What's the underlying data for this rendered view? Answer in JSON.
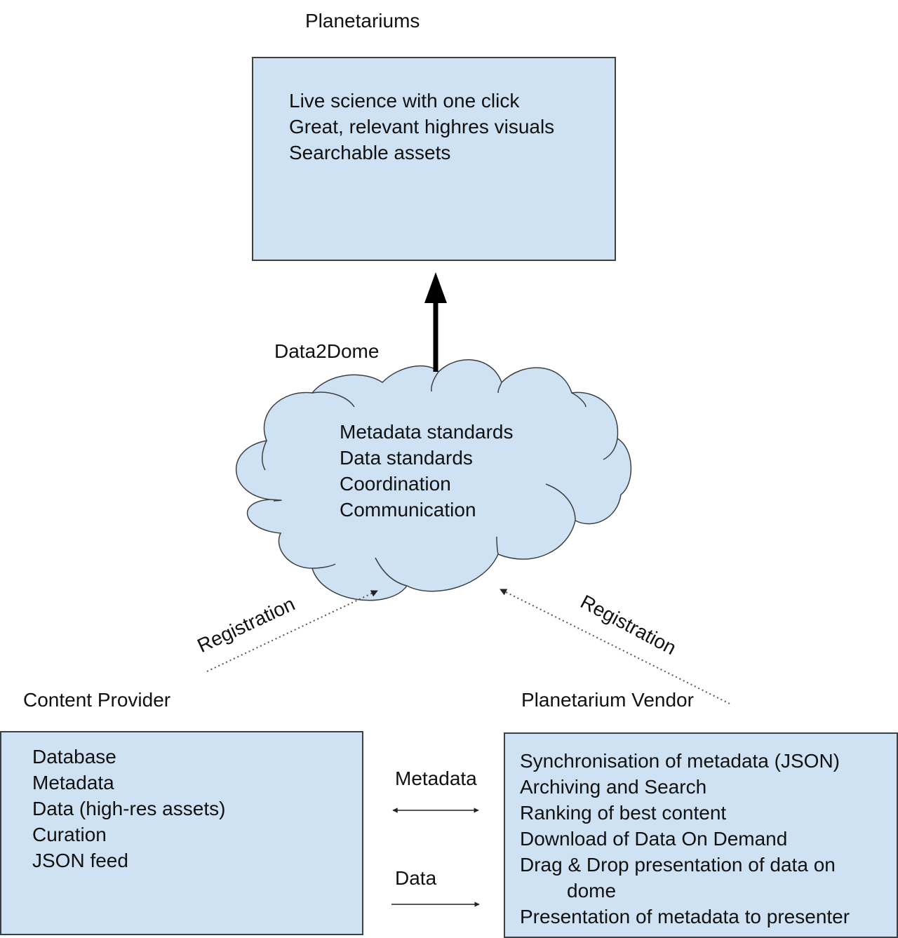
{
  "colors": {
    "box_fill": "#cfe2f3",
    "box_stroke": "#3c4043",
    "arrow": "#000000",
    "dotted_arrow": "#555555"
  },
  "planetariums": {
    "title": "Planetariums",
    "items": [
      "Live science with one click",
      "Great, relevant highres visuals",
      "Searchable assets"
    ]
  },
  "data2dome": {
    "title": "Data2Dome",
    "items": [
      "Metadata standards",
      "Data standards",
      "Coordination",
      "Communication"
    ]
  },
  "registration_left": {
    "label": "Registration"
  },
  "registration_right": {
    "label": "Registration"
  },
  "content_provider": {
    "title": "Content Provider",
    "items": [
      "Database",
      "Metadata",
      "Data (high-res assets)",
      "Curation",
      "JSON feed"
    ]
  },
  "planetarium_vendor": {
    "title": "Planetarium Vendor",
    "items": [
      "Synchronisation of metadata (JSON)",
      "Archiving and Search",
      "Ranking of best content",
      "Download of Data On Demand",
      "Drag & Drop presentation of data on",
      "dome",
      "Presentation of metadata to presenter"
    ]
  },
  "flows": {
    "metadata_label": "Metadata",
    "data_label": "Data"
  }
}
